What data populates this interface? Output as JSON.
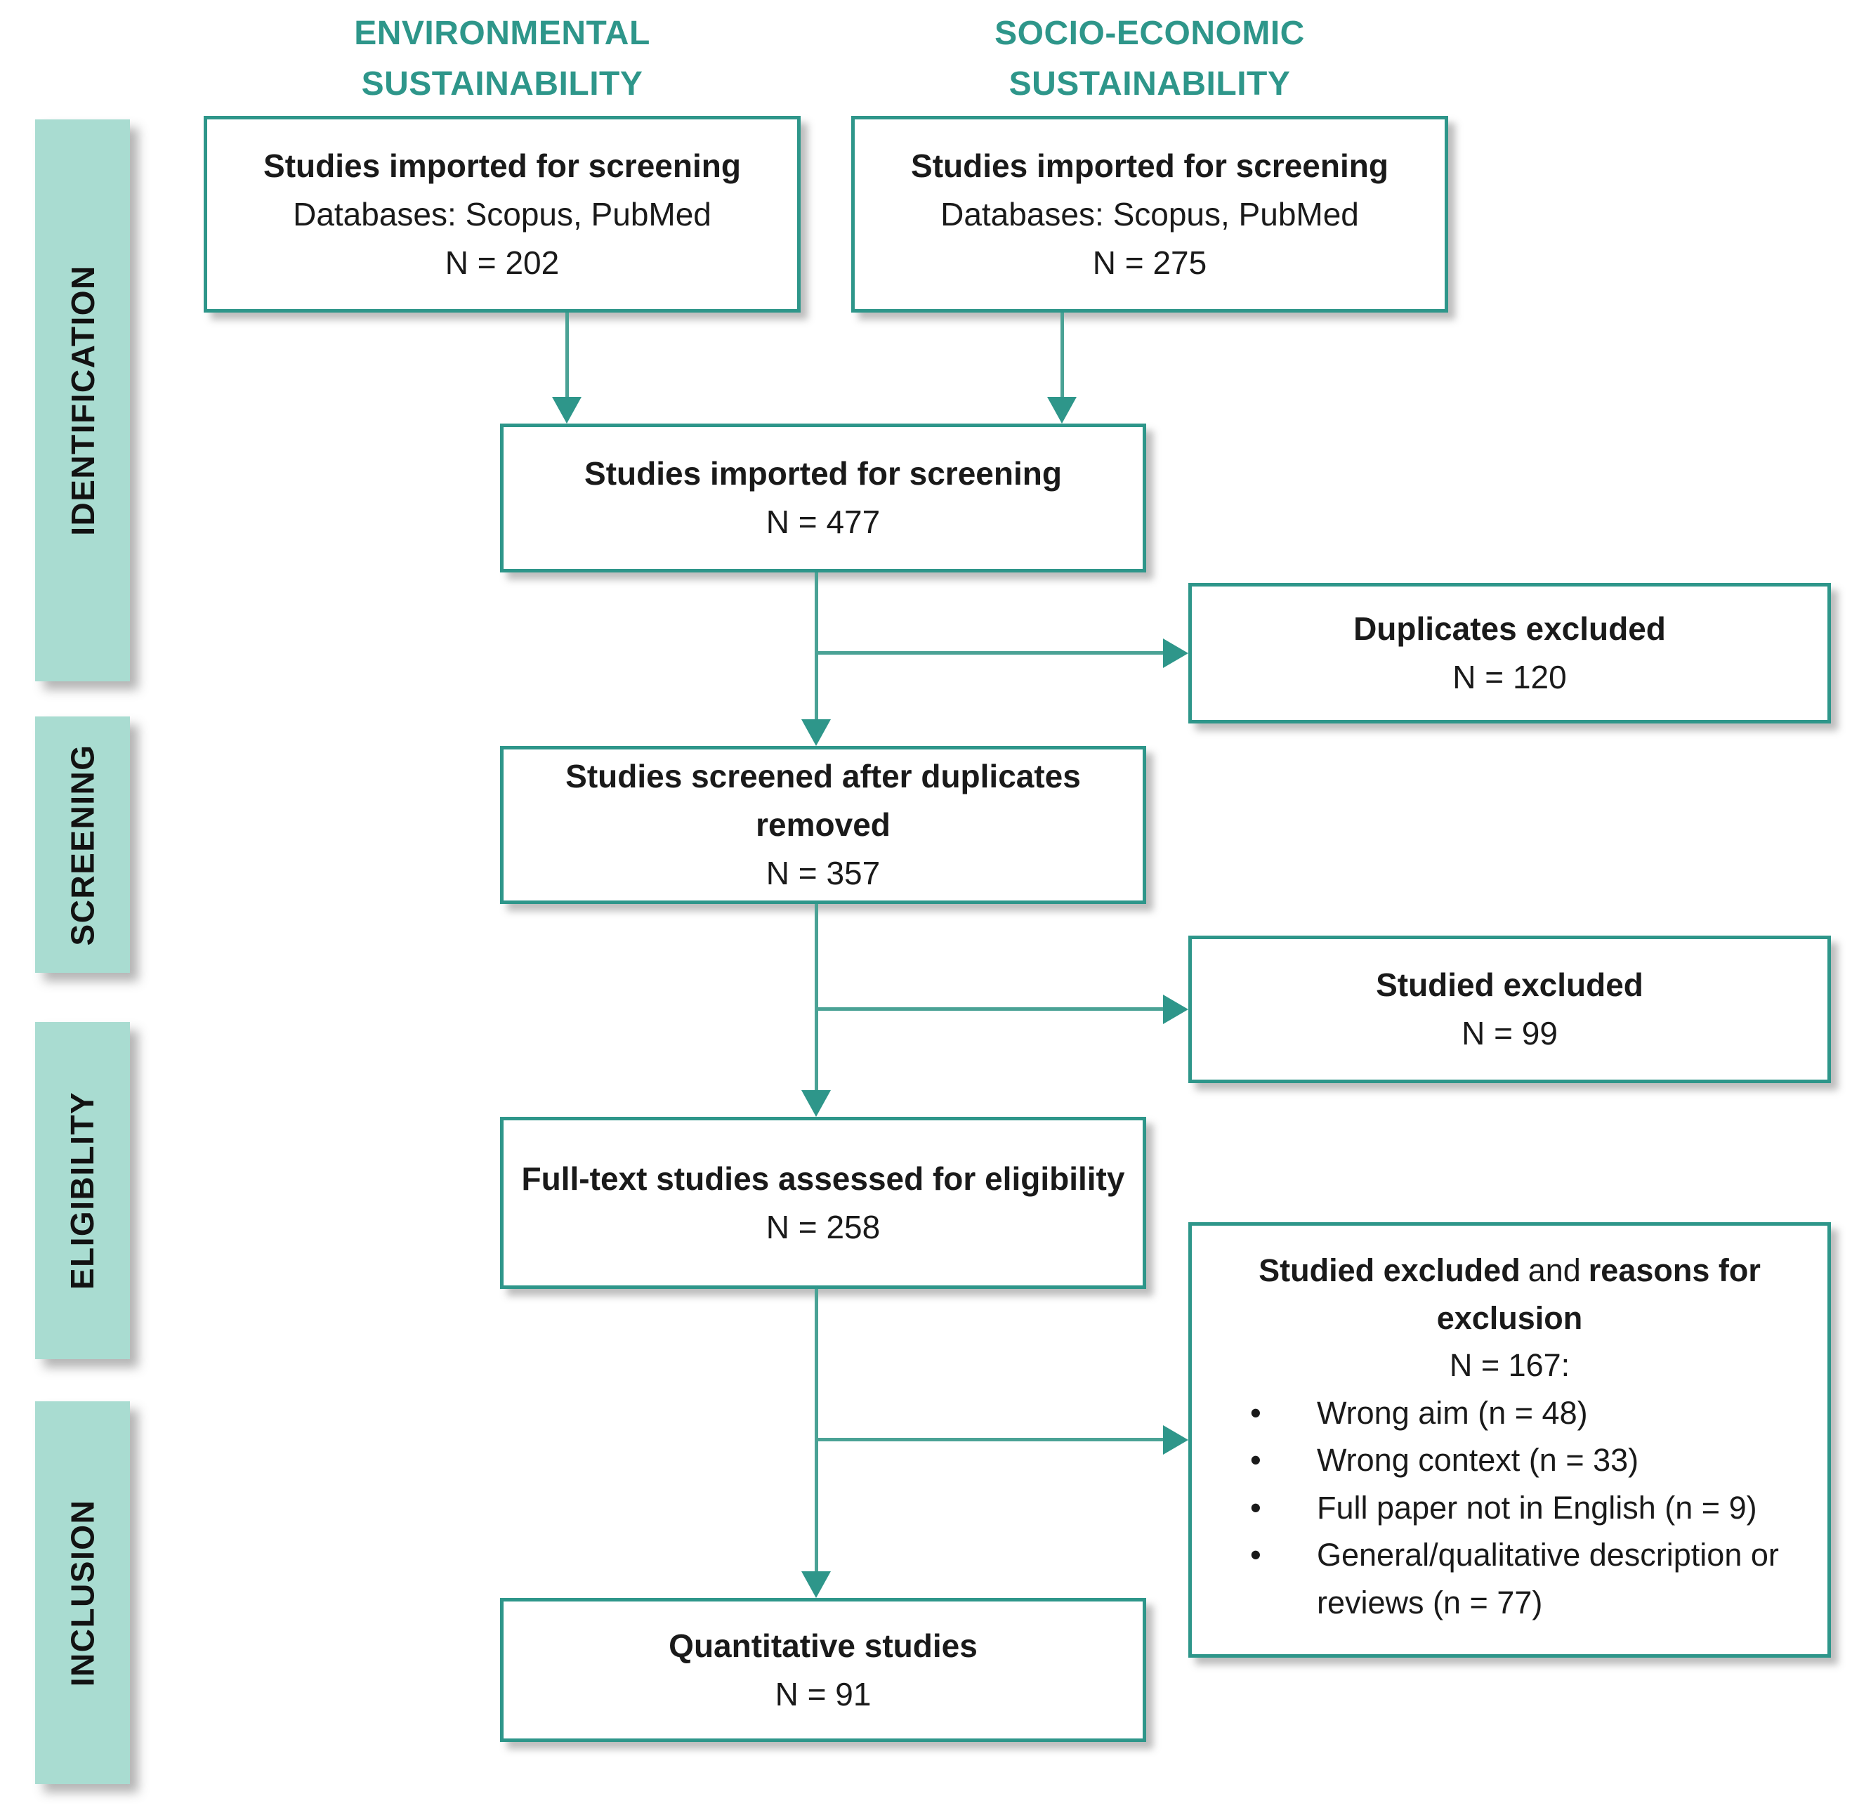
{
  "colors": {
    "accent": "#2E968A",
    "line": "#4AA295",
    "sidebar_fill": "#A9DCD1",
    "text": "#1A1A1A"
  },
  "column_headers": [
    {
      "line1": "ENVIRONMENTAL",
      "line2": "SUSTAINABILITY"
    },
    {
      "line1": "SOCIO-ECONOMIC",
      "line2": "SUSTAINABILITY"
    }
  ],
  "stages": [
    {
      "label": "IDENTIFICATION"
    },
    {
      "label": "SCREENING"
    },
    {
      "label": "ELIGIBILITY"
    },
    {
      "label": "INCLUSION"
    }
  ],
  "boxes": {
    "env_import": {
      "title": "Studies imported for screening",
      "line2": "Databases: Scopus, PubMed",
      "count": "N = 202"
    },
    "soc_import": {
      "title": "Studies imported for screening",
      "line2": "Databases: Scopus, PubMed",
      "count": "N = 275"
    },
    "combined": {
      "title": "Studies imported for screening",
      "count": "N = 477"
    },
    "duplicates": {
      "title": "Duplicates excluded",
      "count": "N = 120"
    },
    "screened": {
      "title": "Studies screened after duplicates removed",
      "count": "N = 357"
    },
    "excluded": {
      "title": "Studied excluded",
      "count": "N = 99"
    },
    "fulltext": {
      "title": "Full-text studies assessed for eligibility",
      "count": "N = 258"
    },
    "reasons": {
      "title_b1": "Studied excluded",
      "title_and": "and",
      "title_b2": "reasons for exclusion",
      "count": "N = 167:",
      "items": [
        "Wrong aim (n = 48)",
        "Wrong context (n = 33)",
        "Full paper not in English (n = 9)",
        "General/qualitative description or reviews (n = 77)"
      ]
    },
    "quantitative": {
      "title": "Quantitative studies",
      "count": "N = 91"
    }
  }
}
